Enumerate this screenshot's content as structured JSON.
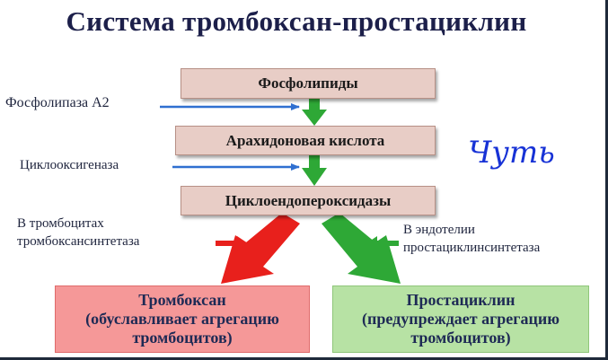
{
  "title": "Система тромбоксан-простациклин",
  "nodes": {
    "phospholipids": "Фосфолипиды",
    "arachidonic": "Арахидоновая кислота",
    "cycloendo": "Циклоендопероксидазы",
    "thromboxane": [
      "Тромбоксан",
      "(обуславливает агрегацию",
      "тромбоцитов)"
    ],
    "prostacyclin": [
      "Простациклин",
      "(предупреждает агрегацию",
      "тромбоцитов)"
    ]
  },
  "enzymes": {
    "phospholipase": "Фосфолипаза А2",
    "cyclooxygenase": "Циклооксигеназа",
    "thrombo_line1": "В тромбоцитах",
    "thrombo_line2": "тромбоксансинтетаза",
    "endo_line1": "В эндотелии",
    "endo_line2": "простациклинсинтетаза"
  },
  "handwriting": "Чуть",
  "colors": {
    "title": "#1c1f4a",
    "arrow_green": "#2ea836",
    "arrow_red": "#e8201c",
    "arrow_blue": "#2f6fd0",
    "handwriting": "#1732d6"
  }
}
